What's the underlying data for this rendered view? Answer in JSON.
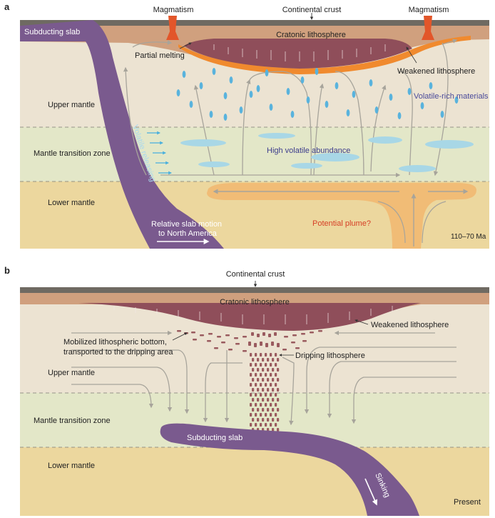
{
  "panel_a": {
    "label": "a",
    "subducting_slab": "Subducting slab",
    "magmatism_left": "Magmatism",
    "magmatism_right": "Magmatism",
    "continental_crust": "Continental crust",
    "cratonic_lithosphere": "Cratonic lithosphere",
    "partial_melting": "Partial melting",
    "weakened_lithosphere": "Weakened lithosphere",
    "upper_mantle": "Upper mantle",
    "volatile_rich_materials": "Volatile-rich materials",
    "mantle_transition_zone": "Mantle transition zone",
    "volatile_releasing": "Volatile releasing",
    "high_volatile_abundance": "High volatile abundance",
    "lower_mantle": "Lower mantle",
    "potential_plume": "Potential plume?",
    "slab_motion_line1": "Relative slab motion",
    "slab_motion_line2": "to North America",
    "age": "110–70 Ma"
  },
  "panel_b": {
    "label": "b",
    "continental_crust": "Continental crust",
    "cratonic_lithosphere": "Cratonic lithosphere",
    "weakened_lithosphere": "Weakened lithosphere",
    "mobilized_line1": "Mobilized lithospheric bottom,",
    "mobilized_line2": "transported to the dripping area",
    "dripping_lithosphere": "Dripping lithosphere",
    "upper_mantle": "Upper mantle",
    "mantle_transition_zone": "Mantle transition zone",
    "subducting_slab": "Subducting slab",
    "lower_mantle": "Lower mantle",
    "sinking": "Sinking",
    "present": "Present"
  },
  "colors": {
    "upper_mantle": "#ece3d2",
    "transition_zone": "#e3e7c8",
    "lower_mantle": "#ecd79e",
    "crust": "#6f6a62",
    "cratonic": "#d0a07e",
    "weakened": "#8f4e5a",
    "slab": "#7a5a8e",
    "volatile": "#59b3dd",
    "plume": "#f1bc76",
    "magma": "#e2562a",
    "flow_arrow": "#a7a49b",
    "label_plume": "#d64027",
    "label_volatile": "#4a4a9a"
  }
}
